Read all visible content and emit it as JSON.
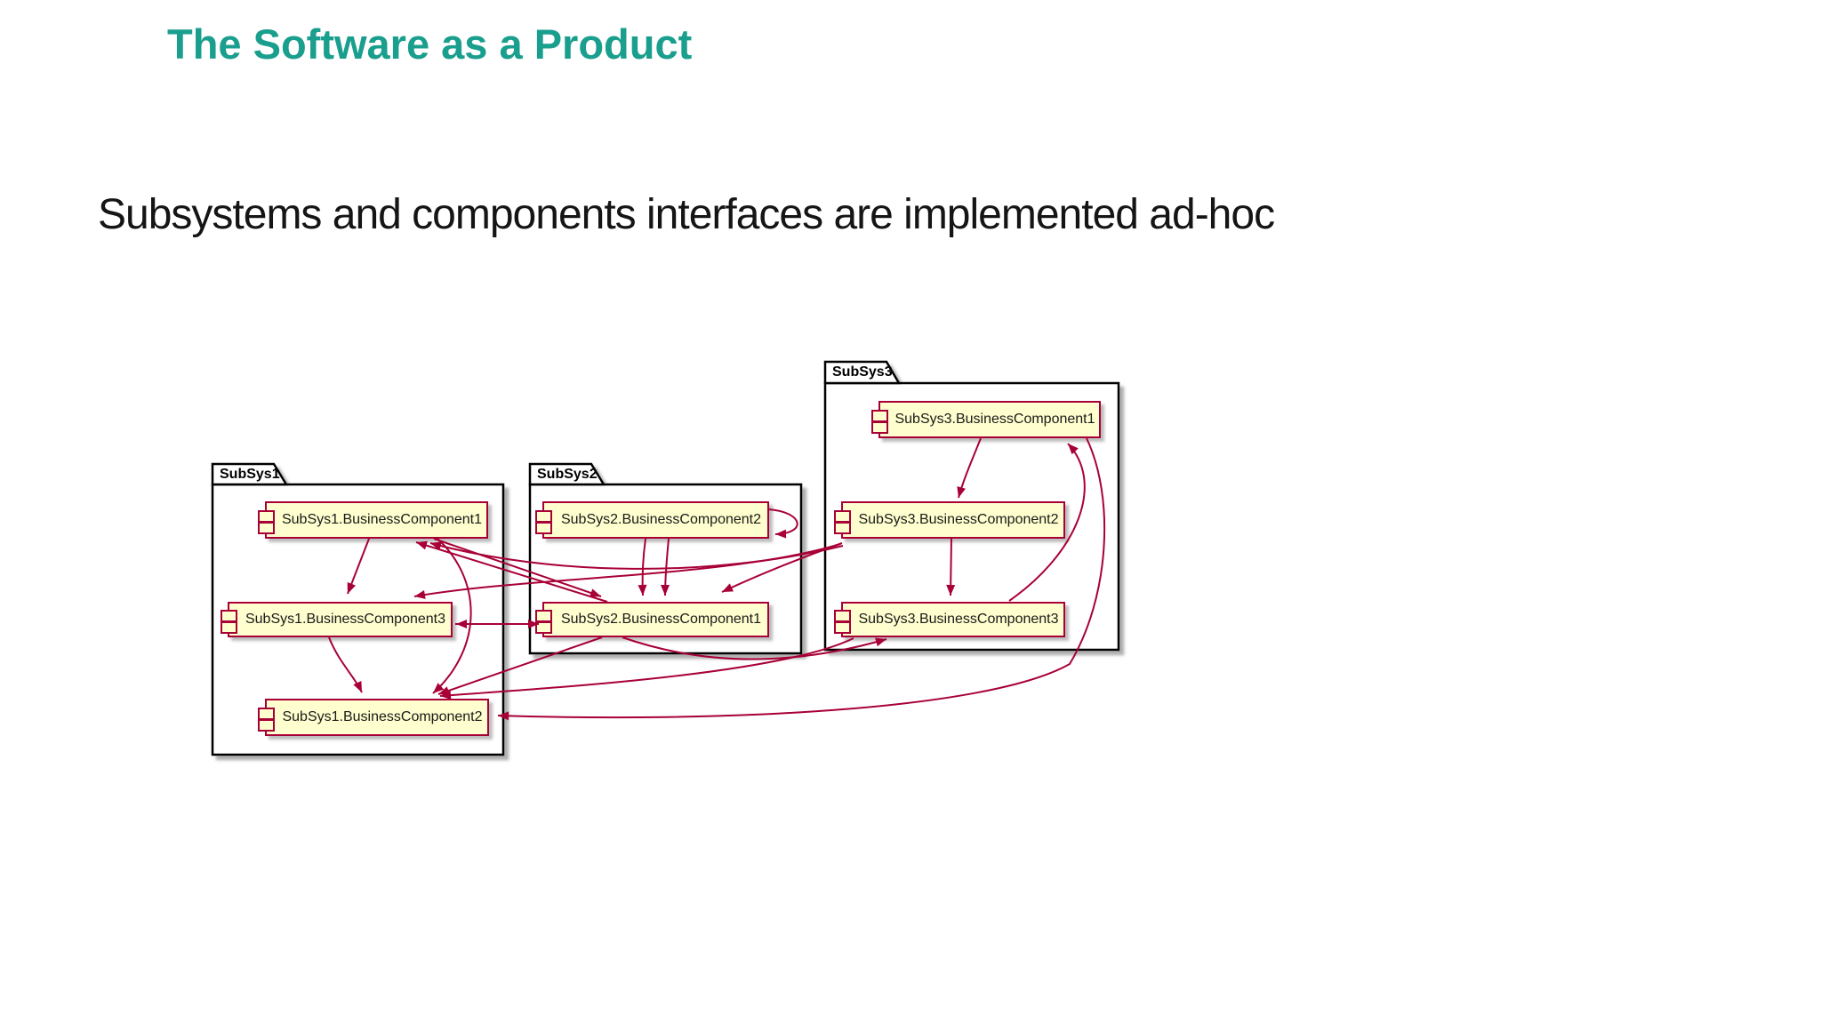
{
  "slide": {
    "title": "The Software as a Product",
    "subtitle": "Subsystems and components interfaces are implemented ad-hoc",
    "title_color": "#1a9e8d",
    "background_color": "#ffffff"
  },
  "diagram": {
    "type": "uml-component-diagram",
    "colors": {
      "component_fill": "#FEFECE",
      "line": "#A80036",
      "package_border": "#000000",
      "package_fill": "#ffffff",
      "shadow": "#6e6e6e"
    },
    "packages": [
      {
        "id": "SubSys1",
        "label": "SubSys1",
        "components": [
          {
            "id": "s1bc1",
            "label": "SubSys1.BusinessComponent1"
          },
          {
            "id": "s1bc3",
            "label": "SubSys1.BusinessComponent3"
          },
          {
            "id": "s1bc2",
            "label": "SubSys1.BusinessComponent2"
          }
        ]
      },
      {
        "id": "SubSys2",
        "label": "SubSys2",
        "components": [
          {
            "id": "s2bc2",
            "label": "SubSys2.BusinessComponent2"
          },
          {
            "id": "s2bc1",
            "label": "SubSys2.BusinessComponent1"
          }
        ]
      },
      {
        "id": "SubSys3",
        "label": "SubSys3",
        "components": [
          {
            "id": "s3bc1",
            "label": "SubSys3.BusinessComponent1"
          },
          {
            "id": "s3bc2",
            "label": "SubSys3.BusinessComponent2"
          },
          {
            "id": "s3bc3",
            "label": "SubSys3.BusinessComponent3"
          }
        ]
      }
    ],
    "edges": [
      {
        "from": "s1bc1",
        "to": "s1bc3"
      },
      {
        "from": "s1bc3",
        "to": "s1bc2"
      },
      {
        "from": "s1bc1",
        "to": "s1bc2"
      },
      {
        "from": "s2bc2",
        "to": "s2bc1"
      },
      {
        "from": "s2bc2",
        "to": "s2bc1"
      },
      {
        "from": "s2bc2",
        "to": "s2bc2"
      },
      {
        "from": "s3bc1",
        "to": "s3bc2"
      },
      {
        "from": "s3bc2",
        "to": "s3bc3"
      },
      {
        "from": "s3bc3",
        "to": "s3bc1"
      },
      {
        "from": "s1bc1",
        "to": "s2bc1"
      },
      {
        "from": "s2bc1",
        "to": "s1bc1"
      },
      {
        "from": "s3bc2",
        "to": "s1bc3"
      },
      {
        "from": "s2bc1",
        "to": "s1bc3"
      },
      {
        "from": "s1bc3",
        "to": "s2bc1"
      },
      {
        "from": "s3bc2",
        "to": "s1bc1"
      },
      {
        "from": "s3bc2",
        "to": "s2bc1"
      },
      {
        "from": "s2bc1",
        "to": "s3bc3"
      },
      {
        "from": "s2bc1",
        "to": "s1bc2"
      },
      {
        "from": "s3bc1",
        "to": "s1bc2"
      },
      {
        "from": "s3bc3",
        "to": "s1bc2"
      }
    ]
  }
}
